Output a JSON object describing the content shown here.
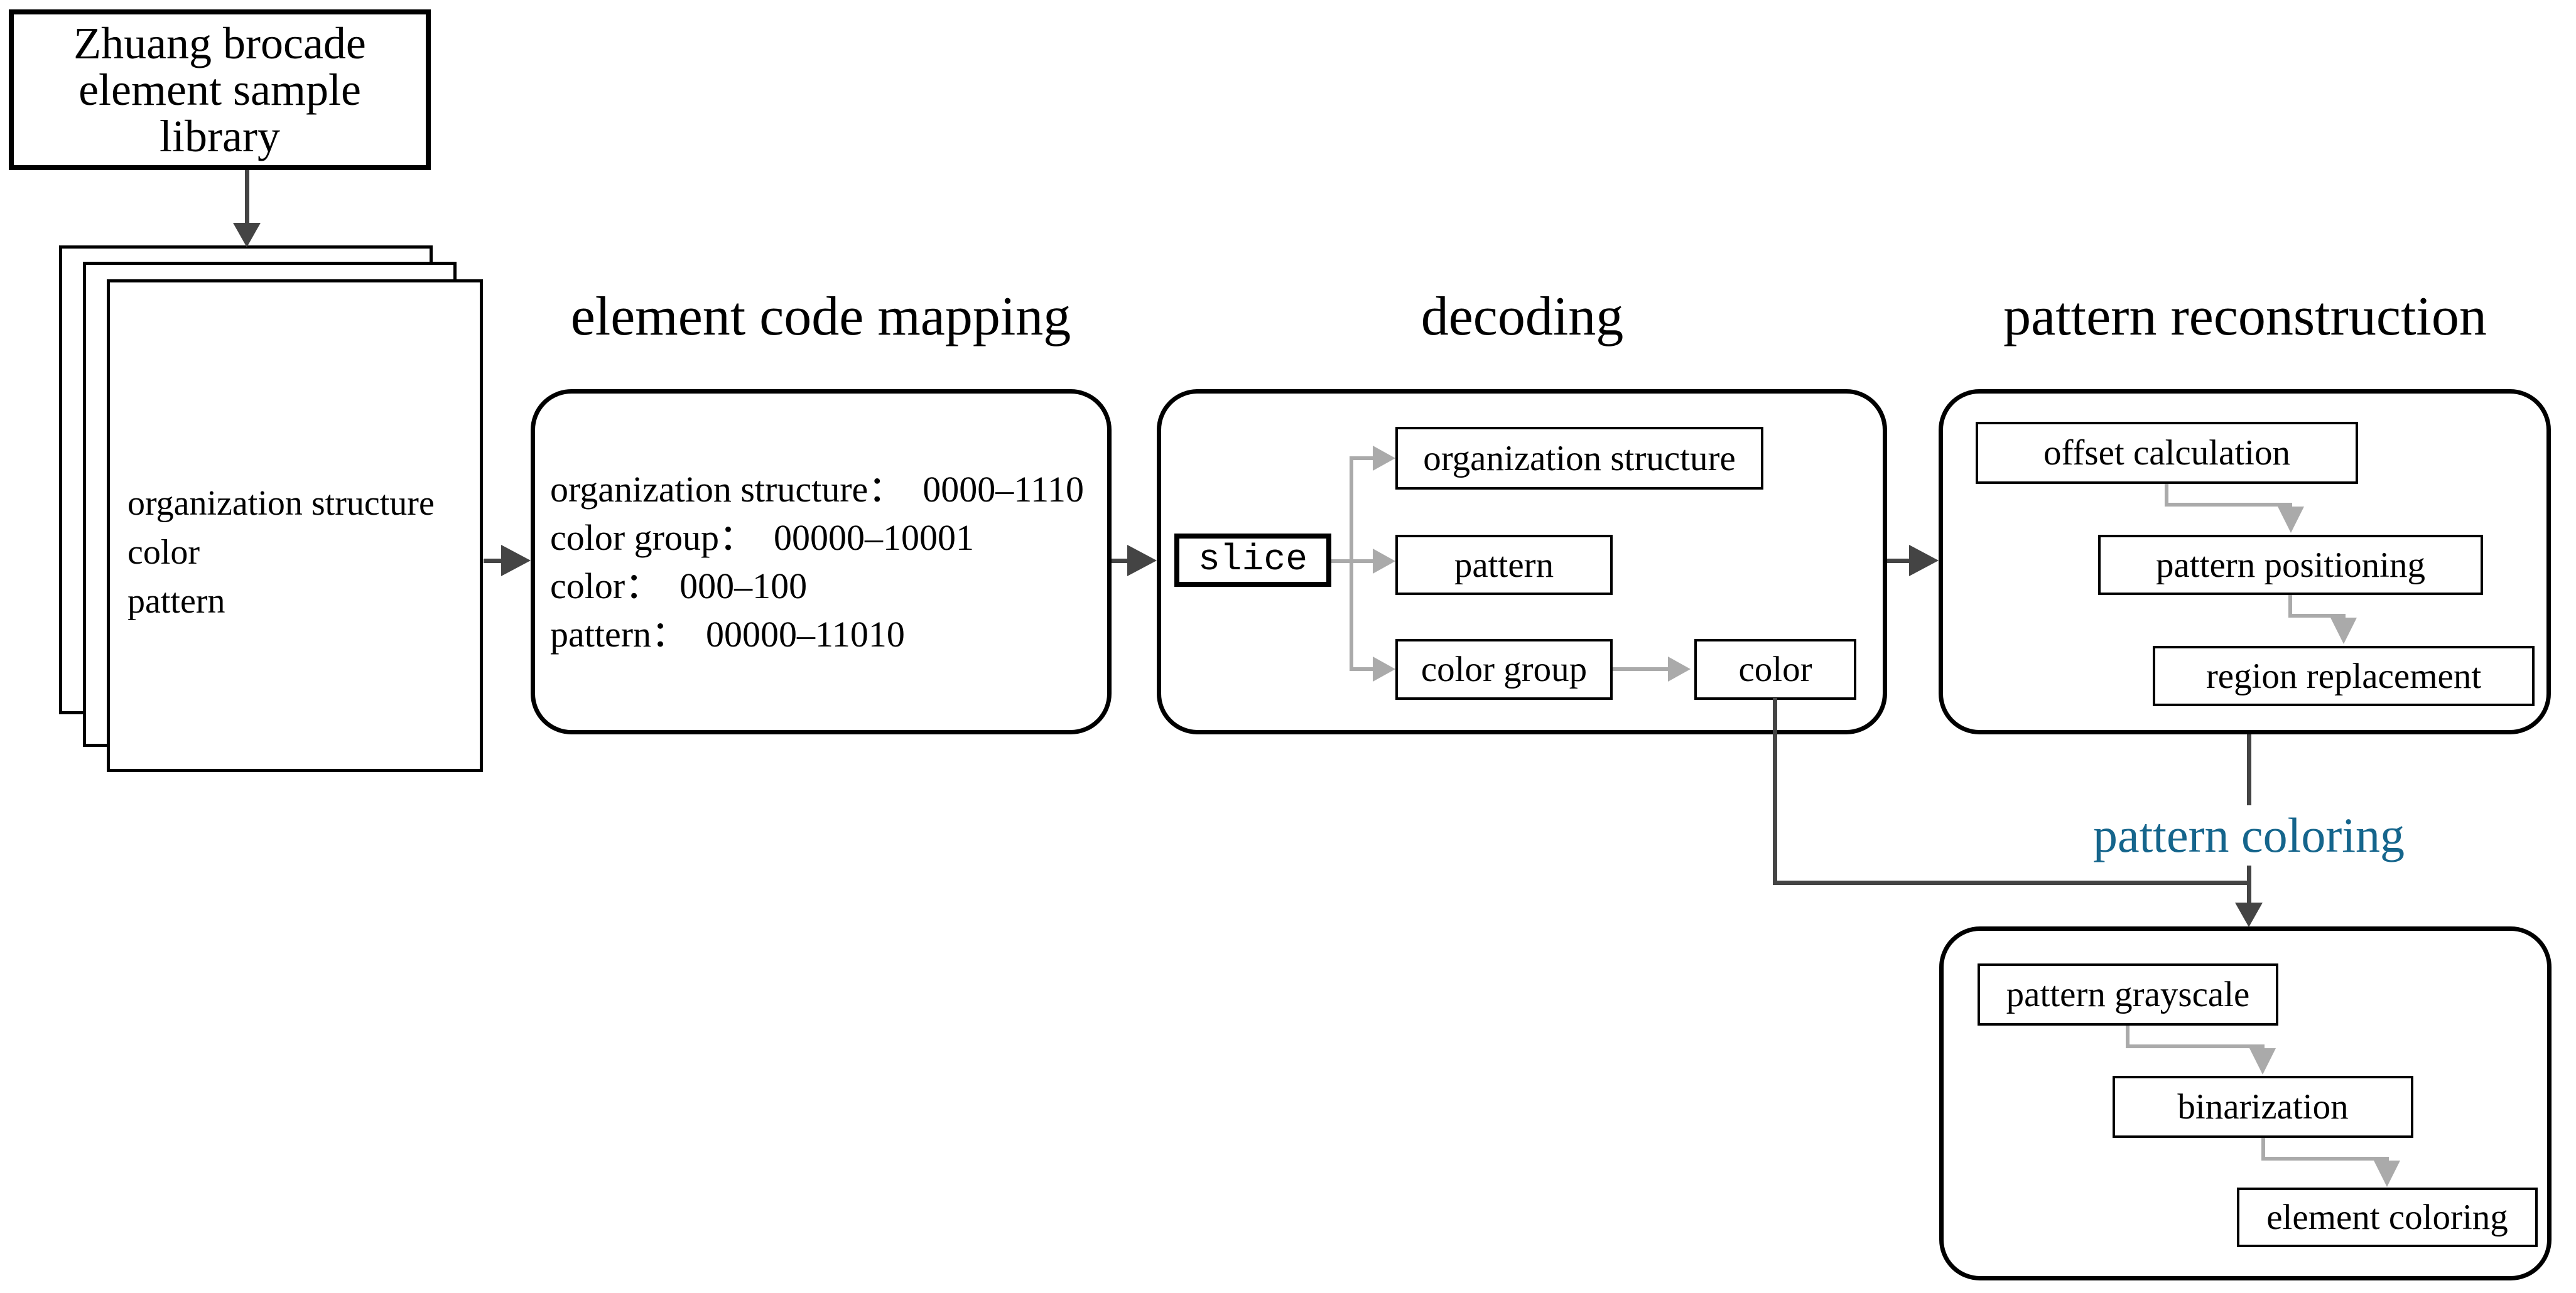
{
  "figure": {
    "library": {
      "lines": [
        "Zhuang brocade",
        "element sample",
        "library"
      ]
    },
    "sample_pages": {
      "lines": [
        "organization structure",
        "color",
        "pattern"
      ]
    },
    "mapping": {
      "title": "element code mapping",
      "lines": [
        "organization structure：  0000–1110",
        "color group：  00000–10001",
        "color：  000–100",
        "pattern：  00000–11010"
      ]
    },
    "decoding": {
      "title": "decoding",
      "slice_label": "slice",
      "organization_label": "organization structure",
      "pattern_label": "pattern",
      "color_group_label": "color group",
      "color_label": "color"
    },
    "reconstruction": {
      "title": "pattern reconstruction",
      "steps": [
        "offset calculation",
        "pattern positioning",
        "region replacement"
      ]
    },
    "coloring": {
      "label": "pattern coloring",
      "steps": [
        "pattern grayscale",
        "binarization",
        "element coloring"
      ]
    },
    "colors": {
      "accent_blue": "#15658c",
      "flow_line_dark": "#444444",
      "connector_light": "#aaaaaa",
      "border_black": "#000000"
    }
  }
}
